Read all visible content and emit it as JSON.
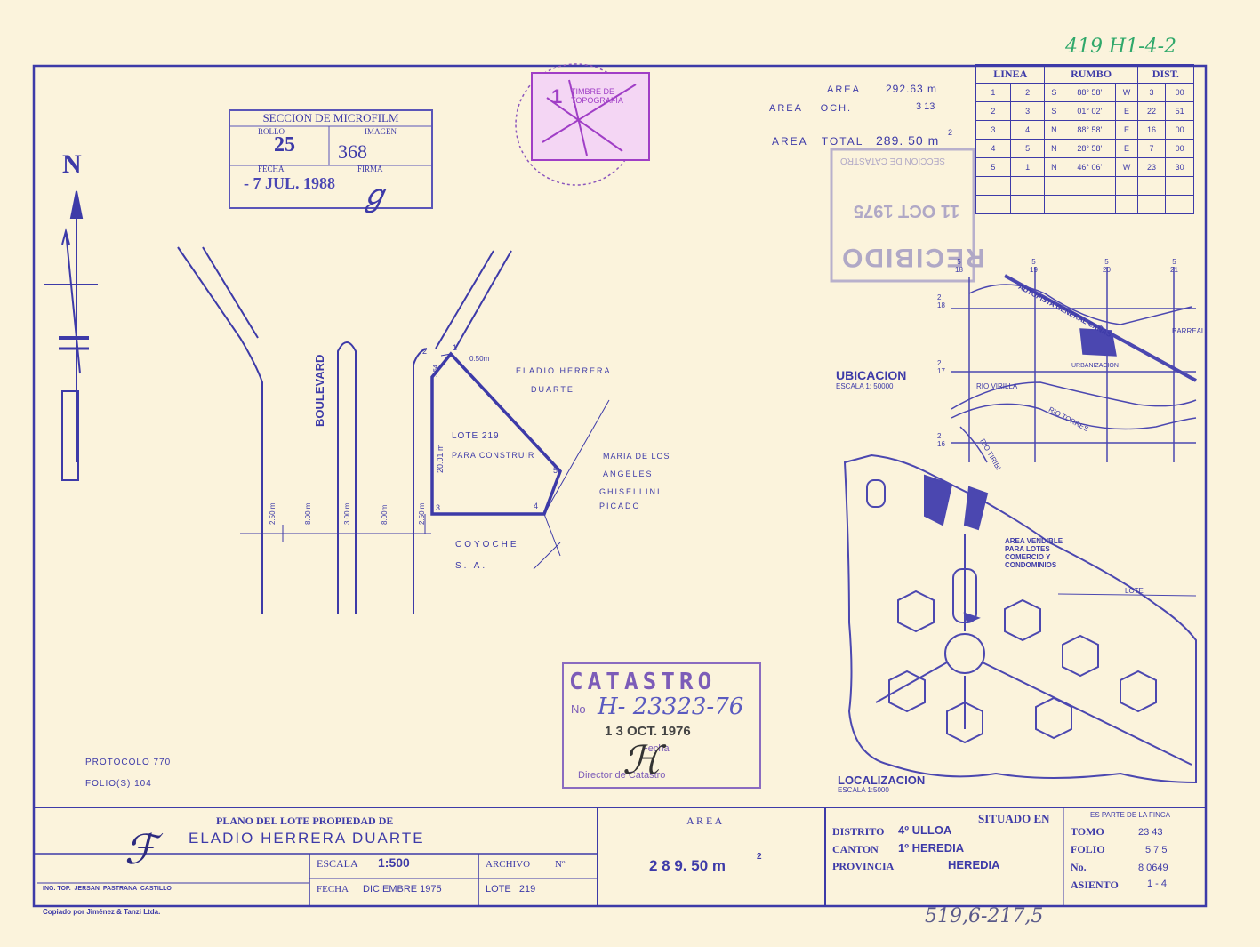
{
  "corner_note": "419 H1-4-2",
  "bottom_note": "519,6-217,5",
  "north_label": "N",
  "microfilm": {
    "title": "SECCION DE MICROFILM",
    "rollo_label": "ROLLO",
    "rollo_value": "25",
    "imagen_label": "IMAGEN",
    "imagen_value": "368",
    "fecha_label": "FECHA",
    "fecha_value": "- 7 JUL. 1988",
    "firma_label": "FIRMA"
  },
  "stamp": {
    "line1": "TIMBRE DE",
    "line2": "TOPOGRAFIA",
    "value": "1"
  },
  "areas": {
    "area_label": "AREA",
    "area_value": "292.63 m",
    "och_label": "AREA    OCH.",
    "och_value": "3 13",
    "total_label": "AREA   TOTAL",
    "total_value": "289. 50 m"
  },
  "received_stamp": {
    "text": "RECIBIDO",
    "date": "11 OCT 1975",
    "top": "SECCION DE CATASTRO"
  },
  "bearings_table": {
    "headers": [
      "LINEA",
      "RUMBO",
      "DIST."
    ],
    "rows": [
      [
        "1",
        "2",
        "S",
        "88° 58'",
        "W",
        "3",
        "00"
      ],
      [
        "2",
        "3",
        "S",
        "01° 02'",
        "E",
        "22",
        "51"
      ],
      [
        "3",
        "4",
        "N",
        "88° 58'",
        "E",
        "16",
        "00"
      ],
      [
        "4",
        "5",
        "N",
        "28° 58'",
        "E",
        "7",
        "00"
      ],
      [
        "5",
        "1",
        "N",
        "46° 06'",
        "W",
        "23",
        "30"
      ],
      [
        "",
        "",
        "",
        "",
        "",
        "",
        ""
      ],
      [
        "",
        "",
        "",
        "",
        "",
        "",
        ""
      ]
    ]
  },
  "plan": {
    "boulevard": "BOULEVARD",
    "owner_north_1": "ELADIO   HERRERA",
    "owner_north_2": "DUARTE",
    "lot_label_1": "LOTE 219",
    "lot_label_2": "PARA CONSTRUIR",
    "east_1": "MARIA DE LOS",
    "east_2": "ANGELES",
    "east_3": "GHISELLINI",
    "east_4": "PICADO",
    "south_1": "COYOCHE",
    "south_2": "S. A.",
    "dim_top": "0.50m",
    "dim_side": "20.01 m",
    "dim_diag": "3.54",
    "dims_bottom": [
      "2.50 m",
      "8.00 m",
      "3.00 m",
      "8.00m",
      "2.50 m"
    ],
    "vertices": [
      "1",
      "2",
      "3",
      "4",
      "5"
    ]
  },
  "ubicacion": {
    "title": "UBICACION",
    "scale": "ESCALA 1: 50000",
    "highway": "AUTOPISTA GENERAL CAÑAS",
    "barreal": "BARREAL",
    "urbanizacion": "URBANIZACION",
    "rio1": "RIO VIRILLA",
    "rio2": "RIO TORRES",
    "rio3": "RIO TIRIBI",
    "grid_top": [
      "5\n18",
      "5\n19",
      "5\n20",
      "5\n21"
    ],
    "grid_left": [
      "2\n18",
      "2\n17",
      "2\n16"
    ]
  },
  "localizacion": {
    "title": "LOCALIZACION",
    "scale": "ESCALA 1:5000",
    "area_note_1": "AREA VENDIBLE",
    "area_note_2": "PARA LOTES",
    "area_note_3": "COMERCIO Y",
    "area_note_4": "CONDOMINIOS",
    "lote": "LOTE"
  },
  "catastro": {
    "title": "CATASTRO",
    "no_label": "No",
    "no_value": "H- 23323-76",
    "date": "1 3 OCT. 1976",
    "fecha_label": "Fecha",
    "director": "Director de Catastro"
  },
  "protocolo": {
    "line1": "PROTOCOLO  770",
    "line2": "FOLIO(S)  104"
  },
  "title_block": {
    "plano_label": "PLANO DEL LOTE PROPIEDAD DE",
    "owner": "ELADIO   HERRERA   DUARTE",
    "escala_label": "ESCALA",
    "escala_value": "1:500",
    "fecha_label": "FECHA",
    "fecha_value": "DICIEMBRE 1975",
    "archivo_label": "ARCHIVO",
    "no_label": "Nº",
    "lote_label": "LOTE   219",
    "ing": "ING. TOP.  JERSAN  PASTRANA  CASTILLO",
    "copiado": "Copiado por Jiménez & Tanzi Ltda.",
    "area_label": "A R E A",
    "area_value": "2 8 9. 50 m",
    "situado_label": "SITUADO EN",
    "distrito_label": "DISTRITO",
    "distrito_value": "4º ULLOA",
    "canton_label": "CANTON",
    "canton_value": "1º HEREDIA",
    "provincia_label": "PROVINCIA",
    "provincia_value": "HEREDIA",
    "es_parte": "ES PARTE DE LA FINCA",
    "tomo_label": "TOMO",
    "tomo_value": "23 43",
    "folio_label": "FOLIO",
    "folio_value": "5 7 5",
    "no_finca_label": "No.",
    "no_finca_value": "8 0649",
    "asiento_label": "ASIENTO",
    "asiento_value": "1 - 4"
  }
}
